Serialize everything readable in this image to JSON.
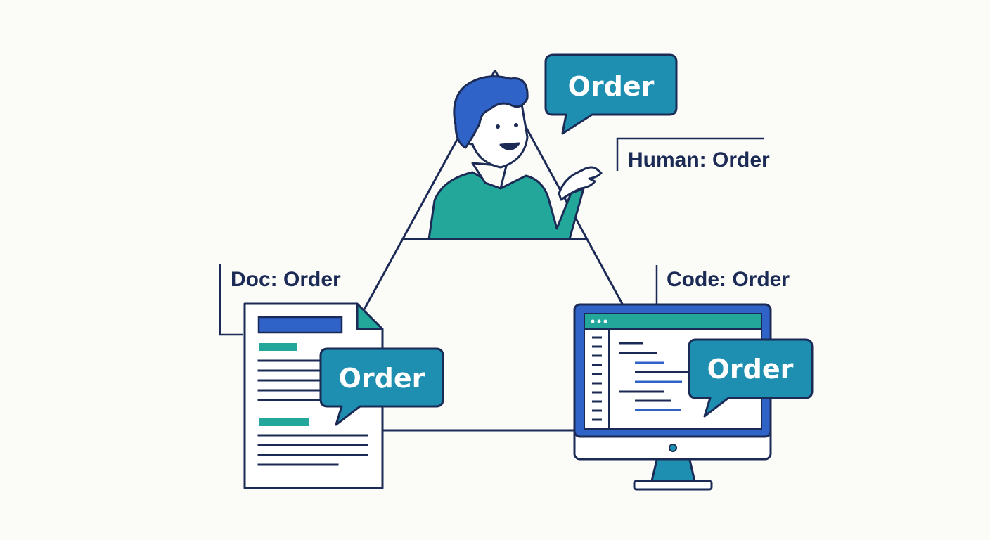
{
  "labels": {
    "human": "Human: Order",
    "doc": "Doc: Order",
    "code": "Code: Order"
  },
  "bubbles": {
    "human": "Order",
    "doc": "Order",
    "code": "Order"
  },
  "colors": {
    "outline": "#1b2b55",
    "teal": "#1e8fb0",
    "green": "#22a79a",
    "blue": "#2f63c8",
    "background": "#fbfbf8"
  },
  "icons": [
    "person-icon",
    "document-icon",
    "monitor-icon",
    "speech-bubble-icon"
  ]
}
